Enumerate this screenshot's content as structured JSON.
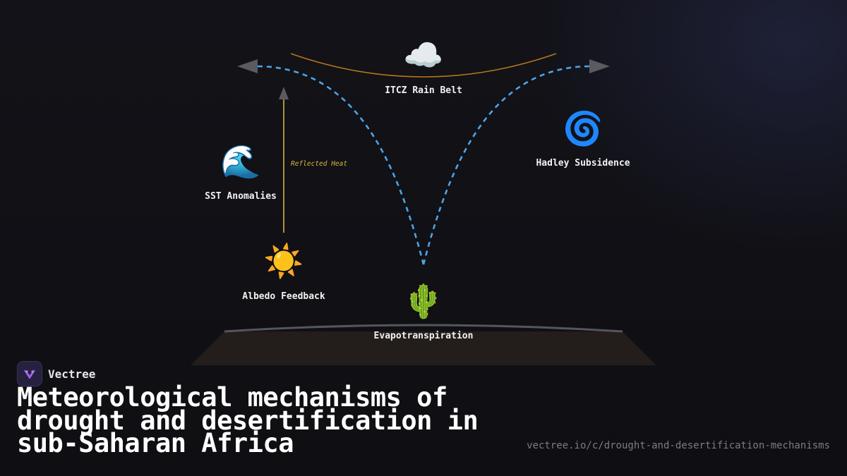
{
  "diagram": {
    "nodes": {
      "itcz": {
        "icon": "☁️",
        "icon_name": "cloud-icon",
        "label": "ITCZ Rain Belt"
      },
      "hadley": {
        "icon": "🌀",
        "icon_name": "cyclone-icon",
        "label": "Hadley Subsidence"
      },
      "sst": {
        "icon": "🌊",
        "icon_name": "wave-icon",
        "label": "SST Anomalies"
      },
      "albedo": {
        "icon": "☀️",
        "icon_name": "sun-icon",
        "label": "Albedo Feedback"
      },
      "evapo": {
        "icon": "🌵",
        "icon_name": "cactus-icon",
        "label": "Evapotranspiration"
      }
    },
    "arrow_label": "Reflected Heat",
    "colors": {
      "circulation": "#4ea3e6",
      "rain_arc": "#b8741f",
      "heat_arrow": "#d8b63a",
      "arrowhead": "#5a5a60",
      "ground_line": "#55555c",
      "ground_fill": "#231d1b"
    }
  },
  "brand": {
    "name": "Vectree",
    "logo_icon": "vectree-logo-icon"
  },
  "title": "Meteorological mechanisms of drought and desertification in sub-Saharan Africa",
  "url": "vectree.io/c/drought-and-desertification-mechanisms"
}
